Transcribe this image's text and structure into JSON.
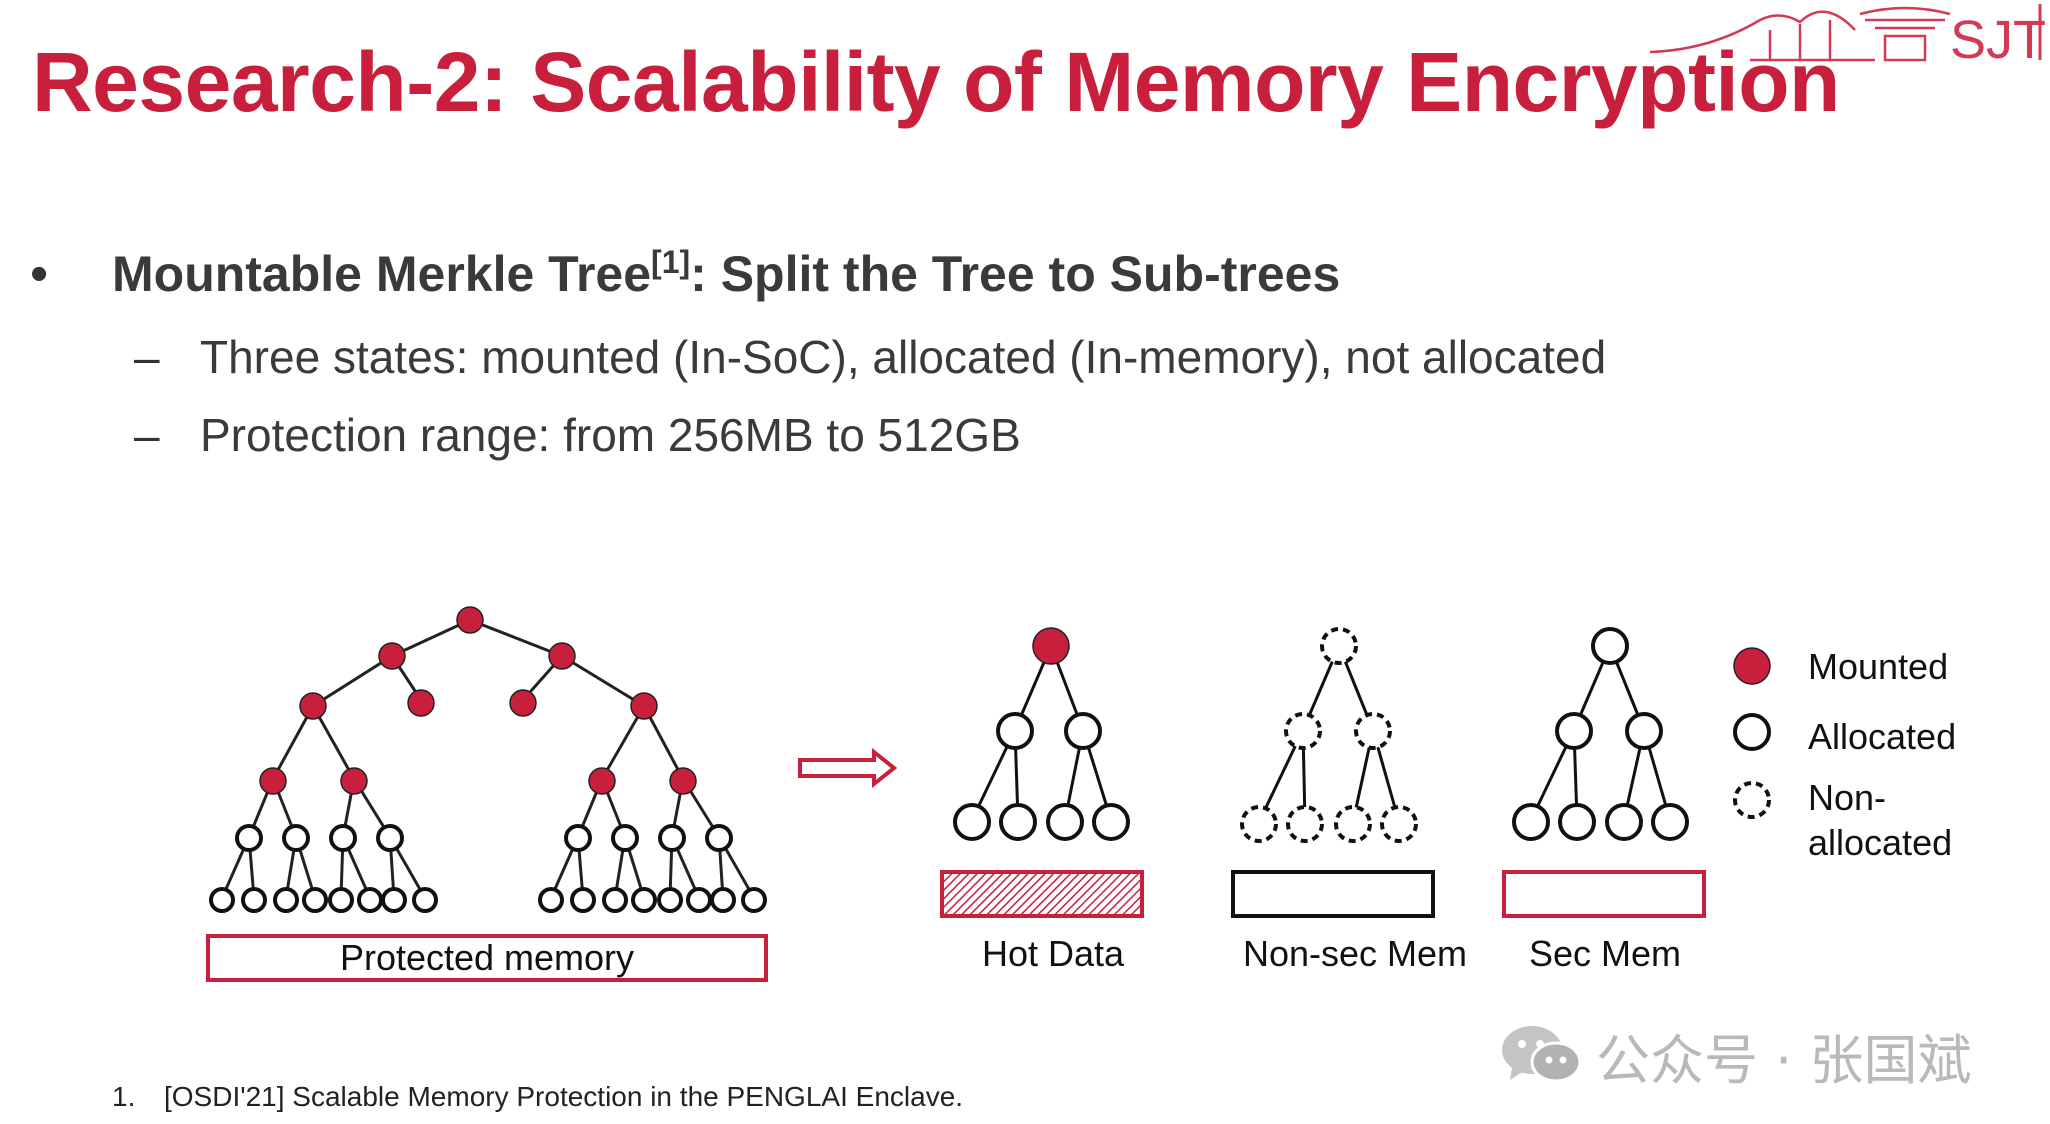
{
  "slide": {
    "title": "Research-2: Scalability of Memory Encryption",
    "logo_text": "SJTU",
    "bullet": {
      "symbol": "•",
      "text_before": "Mountable Merkle Tree",
      "citation": "[1]",
      "text_after": ": Split the Tree to Sub-trees"
    },
    "sub_bullets": [
      {
        "symbol": "–",
        "text": "Three states: mounted (In-SoC), allocated (In-memory), not allocated"
      },
      {
        "symbol": "–",
        "text": "Protection range: from 256MB to 512GB"
      }
    ]
  },
  "diagram": {
    "protected_memory_label": "Protected memory",
    "subtree_labels": [
      "Hot Data",
      "Non-sec Mem",
      "Sec Mem"
    ],
    "legend": {
      "mounted": "Mounted",
      "allocated": "Allocated",
      "non_allocated_line1": "Non-",
      "non_allocated_line2": "allocated"
    }
  },
  "footnote": {
    "number": "1.",
    "text": "[OSDI'21] Scalable Memory Protection in the PENGLAI Enclave."
  },
  "watermark": {
    "text": "公众号 · 张国斌",
    "icon": "wechat-icon"
  },
  "colors": {
    "accent": "#c8203c",
    "mounted_fill": "#c8203c",
    "text": "#3a3a3a"
  }
}
